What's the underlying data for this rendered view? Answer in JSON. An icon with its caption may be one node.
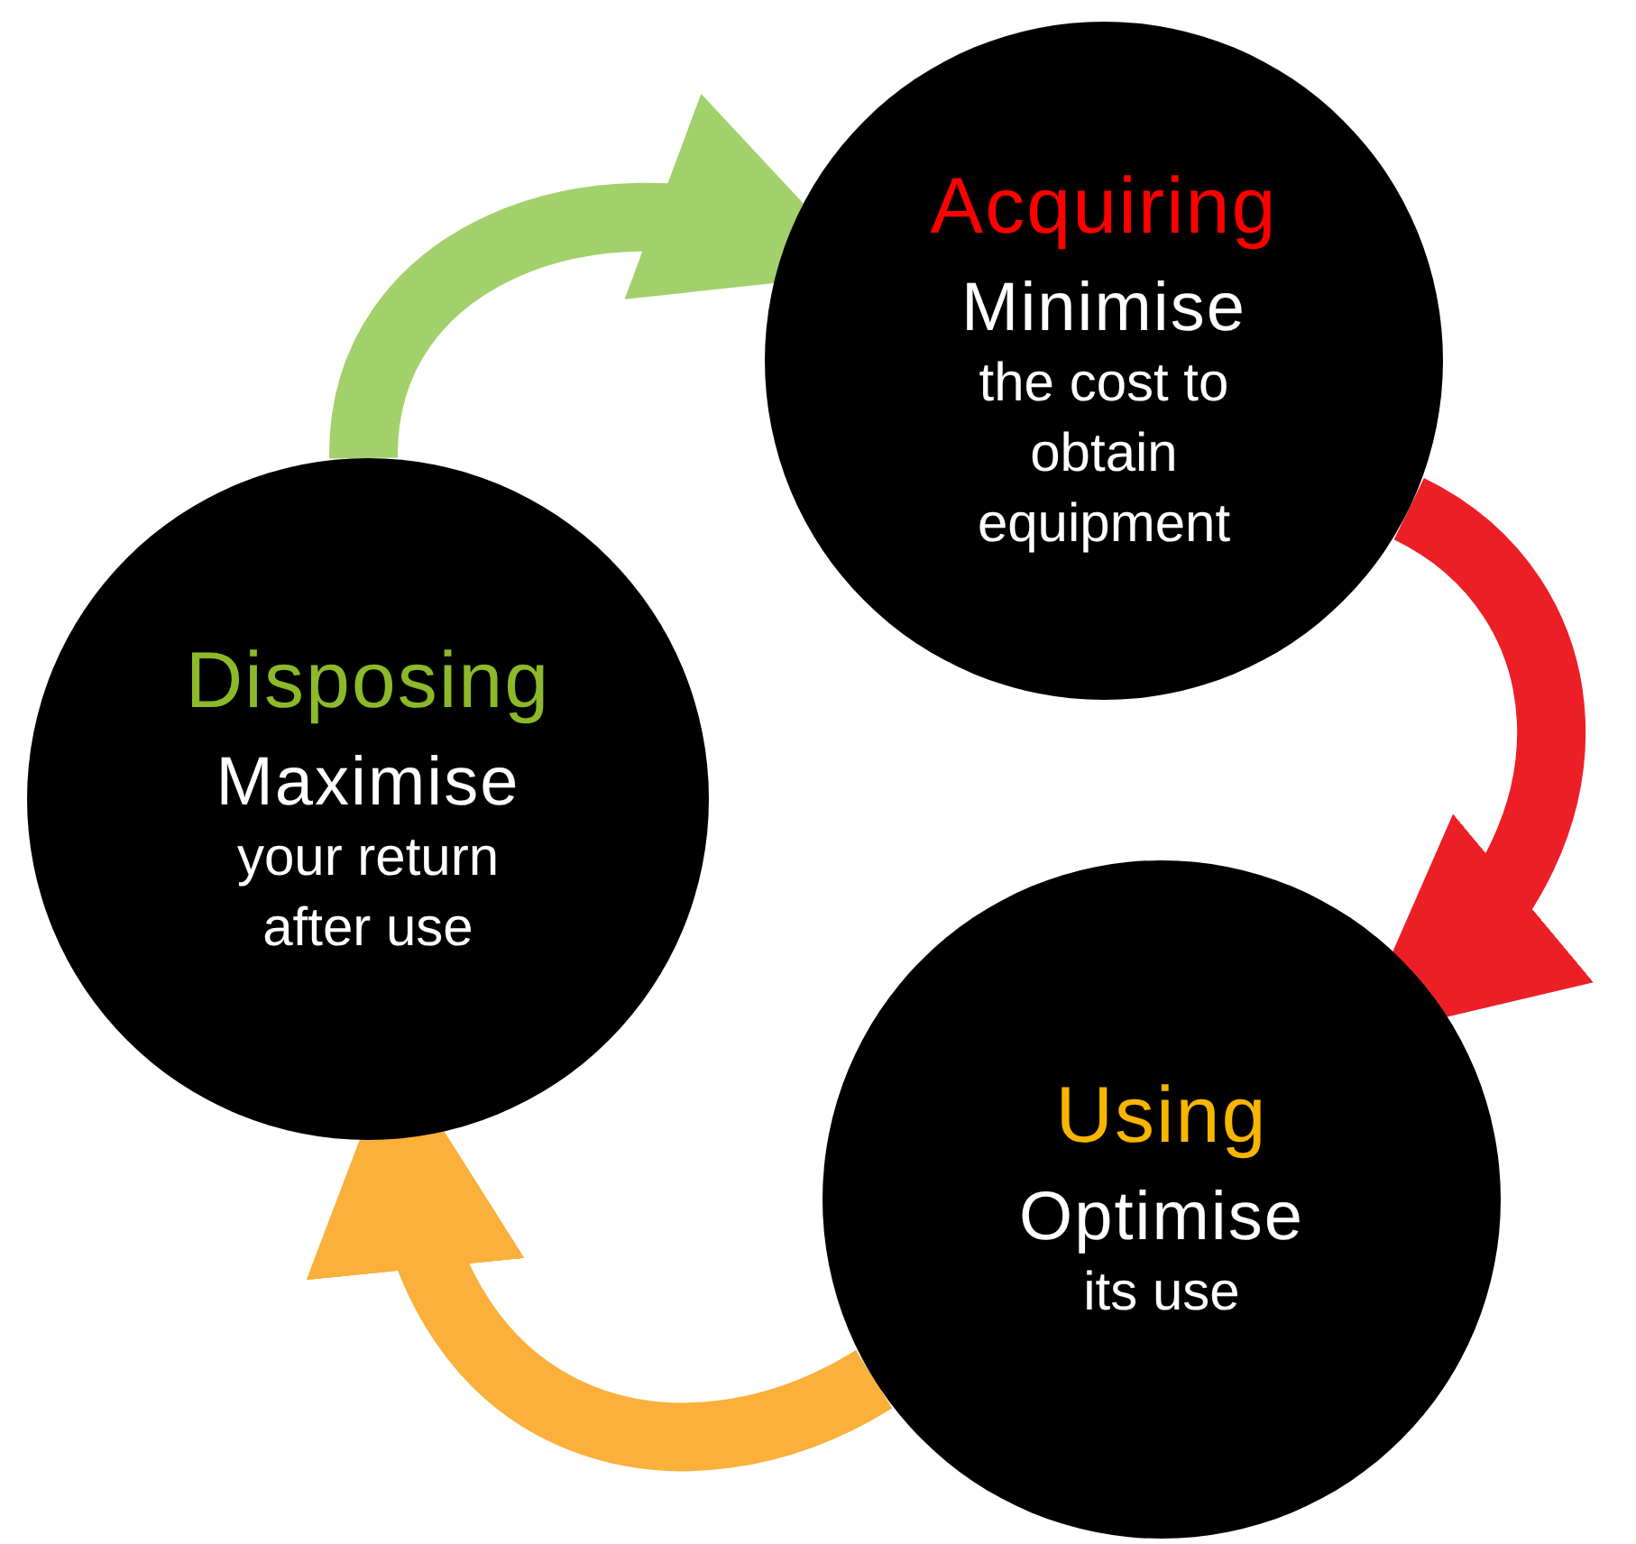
{
  "diagram": {
    "nodes": [
      {
        "text": [
          "Acquiring",
          "Minimise",
          "the cost to obtain equipment"
        ]
      },
      {
        "text": [
          "Using",
          "Optimise",
          "its use"
        ]
      },
      {
        "text": [
          "Disposing",
          "Maximise",
          "your return after use"
        ]
      }
    ],
    "edges": [
      {
        "from": 2,
        "to": 0,
        "arrow": "to",
        "color": "#a2d16b"
      },
      {
        "from": 0,
        "to": 1,
        "arrow": "to",
        "color": "#ec1f27"
      },
      {
        "from": 1,
        "to": 2,
        "arrow": "to",
        "color": "#fbb03b"
      }
    ]
  }
}
